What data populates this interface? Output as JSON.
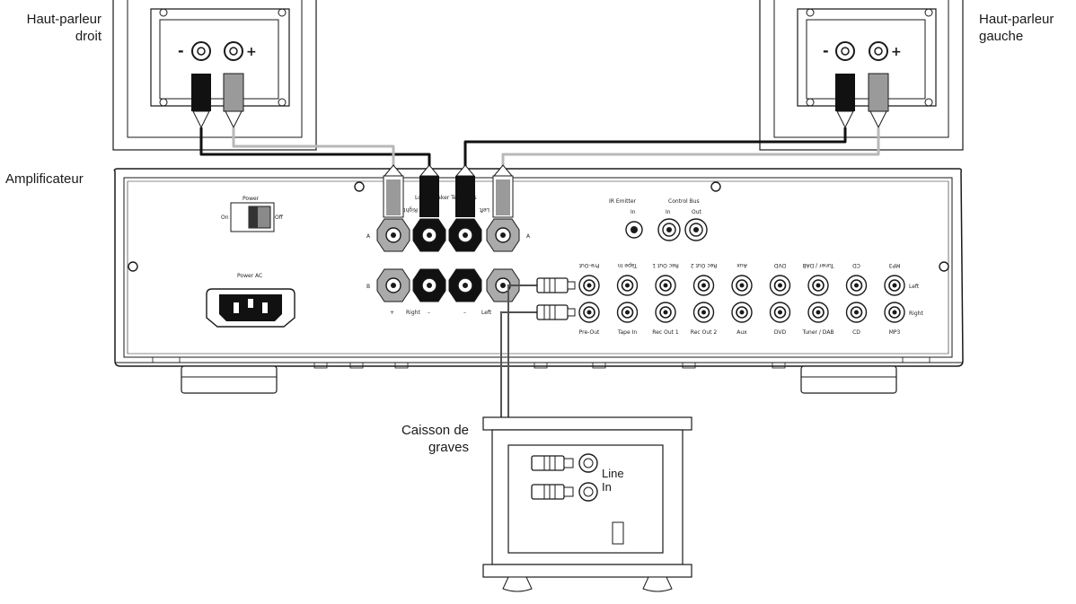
{
  "labels": {
    "right_speaker": [
      "Haut-parleur",
      "droit"
    ],
    "left_speaker": [
      "Haut-parleur",
      "gauche"
    ],
    "amplifier": "Amplificateur",
    "subwoofer": [
      "Caisson de",
      "graves"
    ],
    "line_in": [
      "Line",
      "In"
    ]
  },
  "panel": {
    "power": "Power",
    "on": "On",
    "off": "Off",
    "power_ac": "Power AC",
    "speaker_terminals": "Loudspeaker Terminals",
    "right": "Right",
    "left": "Left",
    "a": "A",
    "b": "B",
    "plus": "+",
    "minus": "–",
    "ir_emitter": "IR Emitter",
    "control_bus": "Control Bus",
    "in": "In",
    "out": "Out",
    "inputs": [
      "Pre-Out",
      "Tape In",
      "Rec Out 1",
      "Rec Out 2",
      "Aux",
      "DVD",
      "Tuner / DAB",
      "CD",
      "MP3"
    ],
    "row_left": "Left",
    "row_right": "Right"
  },
  "colors": {
    "stroke": "#1a1a1a",
    "cable_black": "#111111",
    "cable_grey": "#b8b8b8",
    "plug_grey": "#9a9a9a"
  }
}
